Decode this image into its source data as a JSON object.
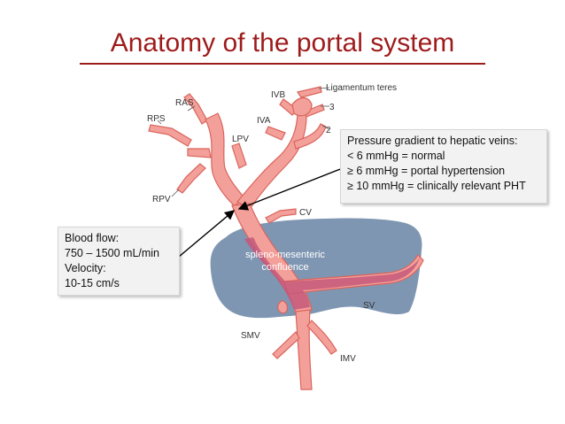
{
  "title": "Anatomy of the portal system",
  "labels": {
    "ligamentum_teres": "Ligamentum teres",
    "ivb": "IVB",
    "iva": "IVA",
    "seg3": "3",
    "seg2": "2",
    "ras": "RAS",
    "rps": "RPS",
    "lpv": "LPV",
    "rpv": "RPV",
    "cv": "CV",
    "sv": "SV",
    "smv": "SMV",
    "imv": "IMV",
    "confluence_line1": "spleno-mesenteric",
    "confluence_line2": "confluence"
  },
  "pressure_box": {
    "lines": [
      "Pressure gradient to hepatic veins:",
      "< 6 mmHg = normal",
      "≥ 6 mmHg = portal hypertension",
      "≥ 10 mmHg = clinically relevant PHT"
    ]
  },
  "flow_box": {
    "lines": [
      "Blood flow:",
      "750 – 1500 mL/min",
      "Velocity:",
      "10-15 cm/s"
    ]
  },
  "colors": {
    "title": "#9e1b1b",
    "vein_fill": "#f4a09a",
    "vein_stroke": "#d9645c",
    "pancreas": "#7f96b2",
    "overlap_fill": "#c4587a"
  }
}
